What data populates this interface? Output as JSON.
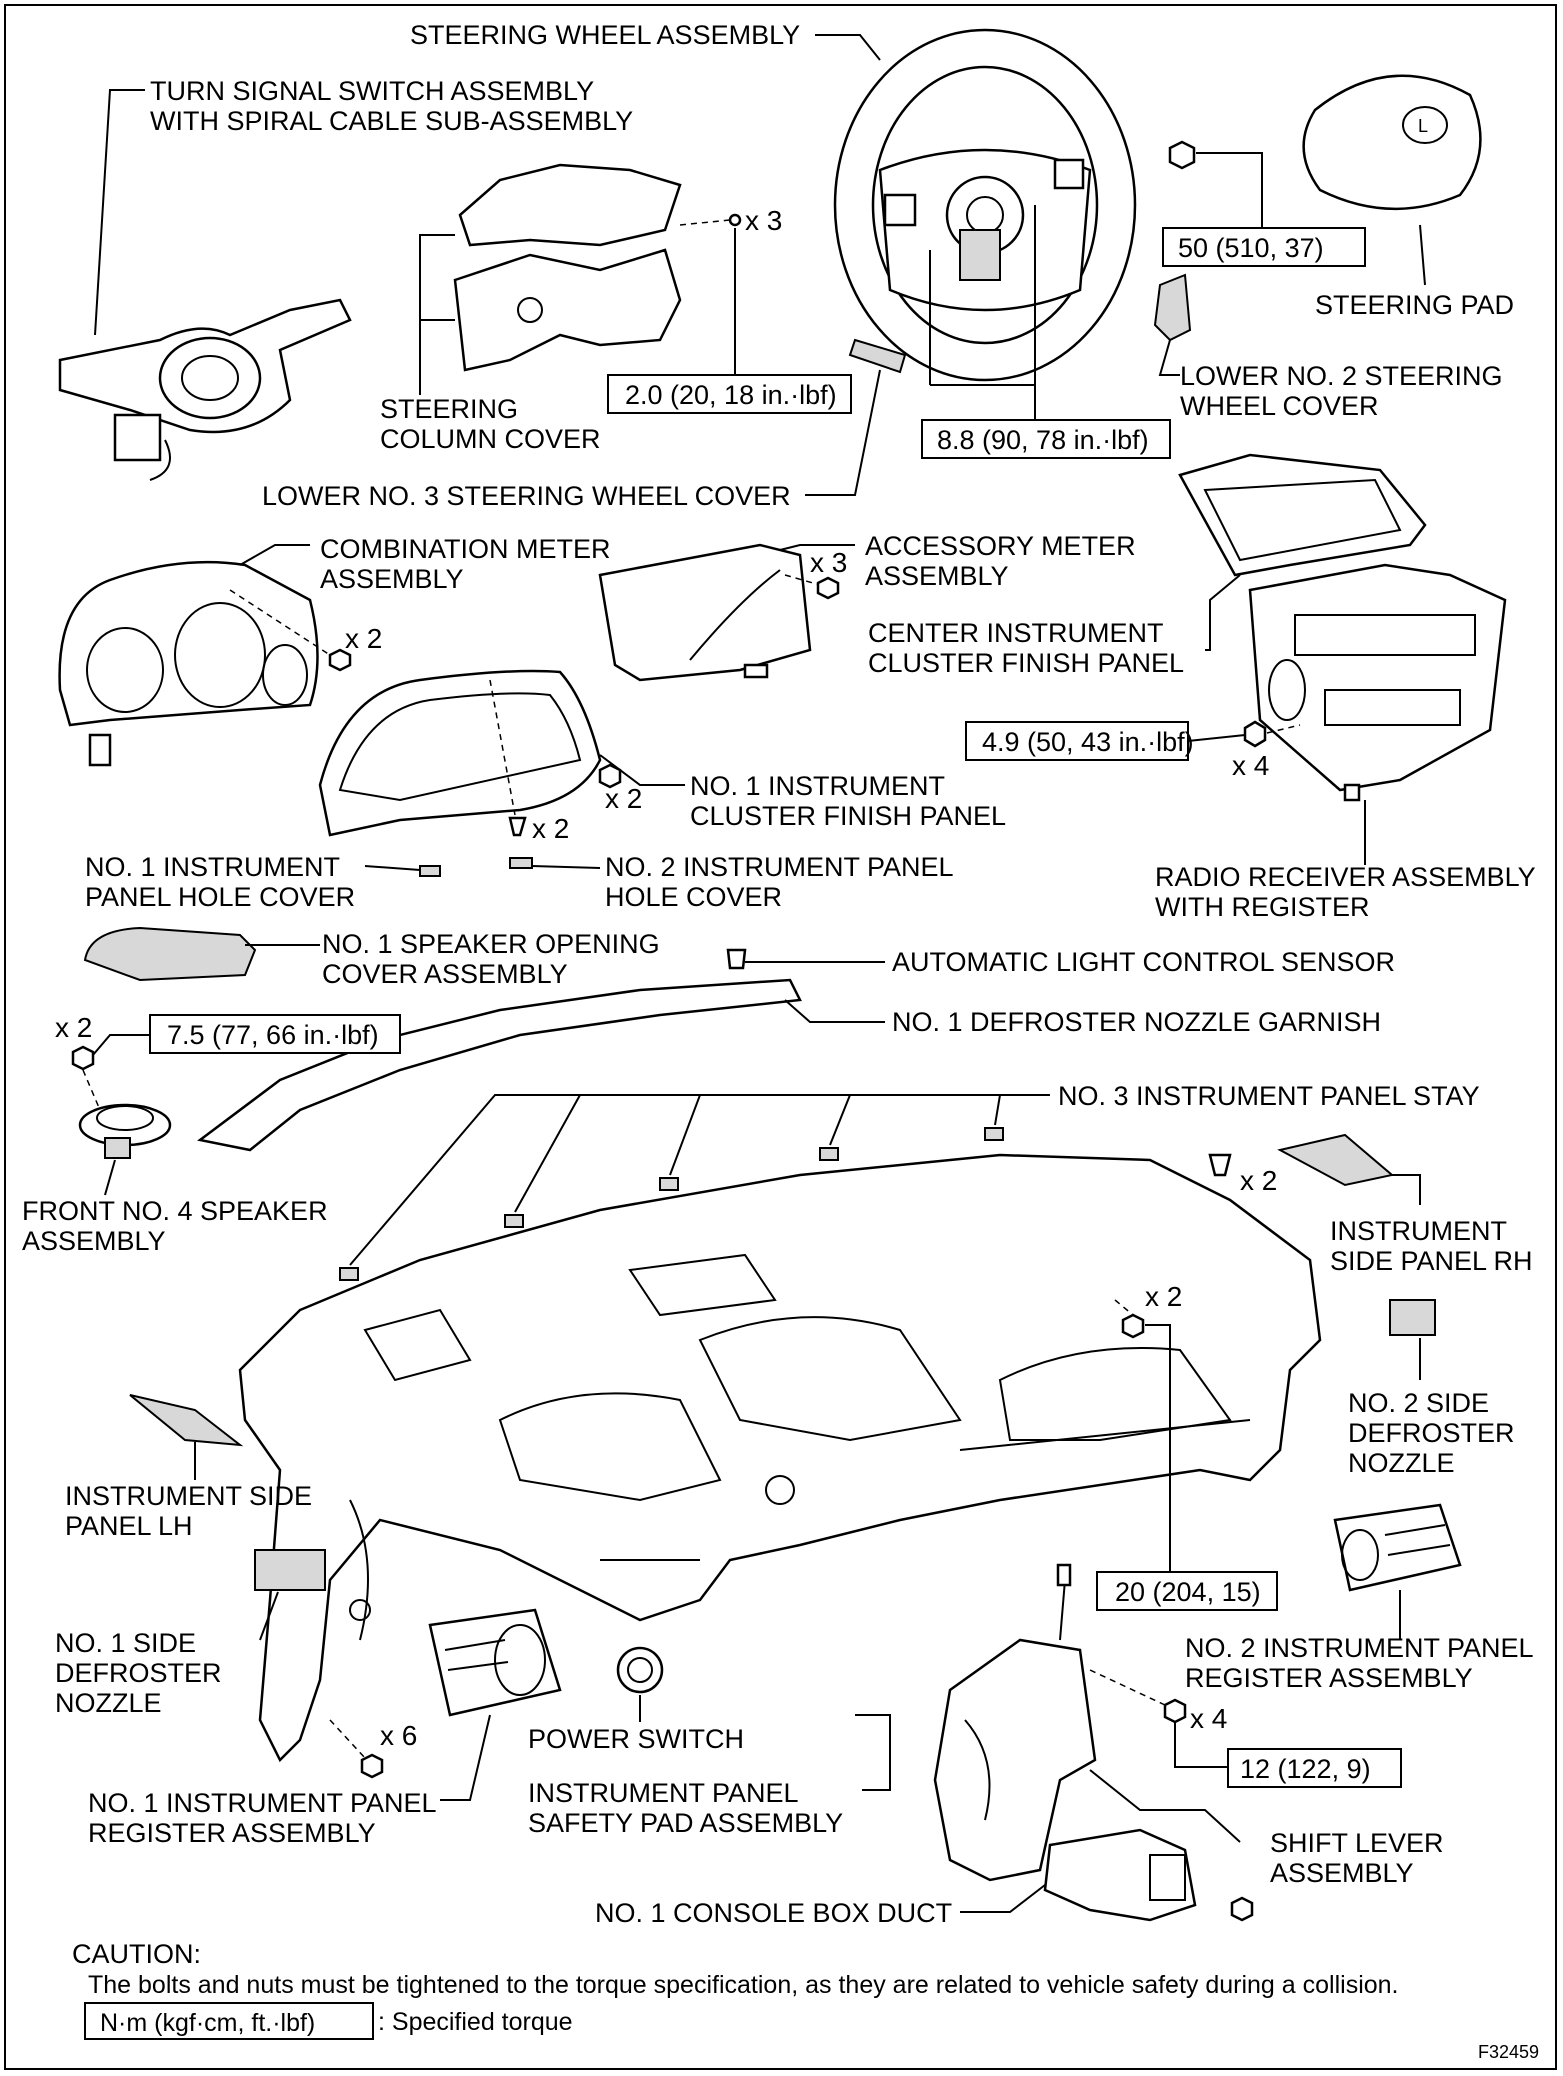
{
  "labels": {
    "steering_wheel_assembly": "STEERING WHEEL ASSEMBLY",
    "turn_signal_1": "TURN SIGNAL SWITCH ASSEMBLY",
    "turn_signal_2": "WITH SPIRAL CABLE SUB-ASSEMBLY",
    "steering_column_cover_1": "STEERING",
    "steering_column_cover_2": "COLUMN COVER",
    "steering_pad": "STEERING PAD",
    "lower_no2_cover_1": "LOWER NO. 2 STEERING",
    "lower_no2_cover_2": "WHEEL COVER",
    "lower_no3_cover": "LOWER NO. 3 STEERING WHEEL COVER",
    "combination_meter_1": "COMBINATION METER",
    "combination_meter_2": "ASSEMBLY",
    "accessory_meter_1": "ACCESSORY METER",
    "accessory_meter_2": "ASSEMBLY",
    "center_cluster_1": "CENTER INSTRUMENT",
    "center_cluster_2": "CLUSTER FINISH PANEL",
    "no1_cluster_1": "NO. 1 INSTRUMENT",
    "no1_cluster_2": "CLUSTER FINISH PANEL",
    "no1_hole_cover_1": "NO. 1 INSTRUMENT",
    "no1_hole_cover_2": "PANEL HOLE COVER",
    "no2_hole_cover_1": "NO. 2 INSTRUMENT PANEL",
    "no2_hole_cover_2": "HOLE COVER",
    "radio_1": "RADIO RECEIVER ASSEMBLY",
    "radio_2": "WITH REGISTER",
    "speaker_cover_1": "NO. 1 SPEAKER OPENING",
    "speaker_cover_2": "COVER ASSEMBLY",
    "auto_light_sensor": "AUTOMATIC LIGHT CONTROL SENSOR",
    "defroster_garnish": "NO. 1 DEFROSTER NOZZLE GARNISH",
    "panel_stay": "NO. 3 INSTRUMENT PANEL STAY",
    "front_speaker_1": "FRONT NO. 4 SPEAKER",
    "front_speaker_2": "ASSEMBLY",
    "side_panel_rh_1": "INSTRUMENT",
    "side_panel_rh_2": "SIDE PANEL RH",
    "no2_side_def_1": "NO. 2 SIDE",
    "no2_side_def_2": "DEFROSTER",
    "no2_side_def_3": "NOZZLE",
    "side_panel_lh_1": "INSTRUMENT SIDE",
    "side_panel_lh_2": "PANEL LH",
    "no1_side_def_1": "NO. 1 SIDE",
    "no1_side_def_2": "DEFROSTER",
    "no1_side_def_3": "NOZZLE",
    "no2_register_1": "NO. 2 INSTRUMENT PANEL",
    "no2_register_2": "REGISTER ASSEMBLY",
    "power_switch": "POWER SWITCH",
    "no1_register_1": "NO. 1 INSTRUMENT PANEL",
    "no1_register_2": "REGISTER ASSEMBLY",
    "safety_pad_1": "INSTRUMENT PANEL",
    "safety_pad_2": "SAFETY PAD ASSEMBLY",
    "shift_lever_1": "SHIFT LEVER",
    "shift_lever_2": "ASSEMBLY",
    "console_duct": "NO. 1 CONSOLE BOX DUCT"
  },
  "torques": {
    "t_steering_nut": "50 (510, 37)",
    "t_column_screw": "2.0 (20, 18 in.·lbf)",
    "t_wheel_screw": "8.8 (90, 78 in.·lbf)",
    "t_radio": "4.9 (50, 43 in.·lbf)",
    "t_speaker": "7.5 (77, 66 in.·lbf)",
    "t_pad": "20 (204, 15)",
    "t_shift": "12 (122, 9)"
  },
  "quantities": {
    "q_column": "x 3",
    "q_accessory": "x 3",
    "q_combo": "x 2",
    "q_cluster_bolt": "x 2",
    "q_cluster_clip": "x 2",
    "q_radio": "x 4",
    "q_speaker": "x 2",
    "q_side_rh": "x 2",
    "q_pad": "x 2",
    "q_lower": "x 6",
    "q_shift": "x 4"
  },
  "caution": {
    "title": "CAUTION:",
    "text": "The bolts and nuts must be tightened to the torque specification, as they are related to vehicle safety during a collision.",
    "legend_box": "N·m (kgf·cm, ft.·lbf)",
    "legend_text": ": Specified torque"
  },
  "figure_id": "F32459"
}
